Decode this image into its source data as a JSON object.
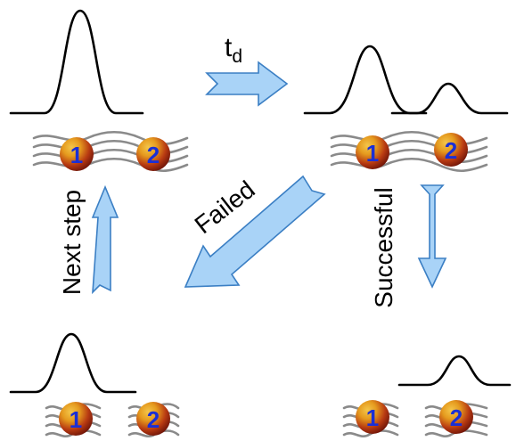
{
  "labels": {
    "td_main": "t",
    "td_sub": "d",
    "failed": "Failed",
    "successful": "Successful",
    "next_step": "Next step"
  },
  "atoms": {
    "one": "1",
    "two": "2"
  },
  "colors": {
    "arrow_fill": "#a9d3f7",
    "arrow_stroke": "#3b7fc4",
    "atom_number": "#1a2fd6",
    "wave": "#8a8a8a"
  }
}
